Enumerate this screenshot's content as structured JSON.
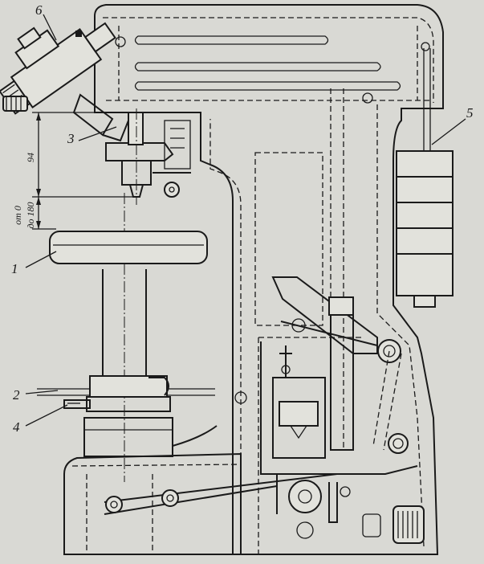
{
  "callouts": [
    {
      "id": "1",
      "text": "1"
    },
    {
      "id": "2",
      "text": "2"
    },
    {
      "id": "3",
      "text": "3"
    },
    {
      "id": "4",
      "text": "4"
    },
    {
      "id": "5",
      "text": "5"
    },
    {
      "id": "6",
      "text": "6"
    }
  ],
  "dimensions": {
    "upper": "94",
    "lower_1": "от 0",
    "lower_2": "до 180"
  }
}
